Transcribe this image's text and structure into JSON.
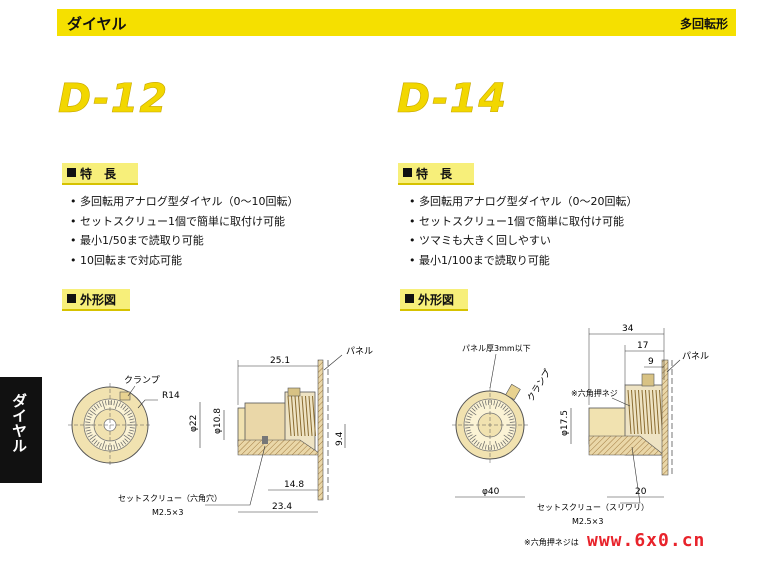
{
  "header": {
    "title": "ダイヤル",
    "category": "多回転形"
  },
  "side_tab": "ダイヤル",
  "left": {
    "model": "D-12",
    "features_title": "特　長",
    "features": [
      "多回転用アナログ型ダイヤル（0～10回転）",
      "セットスクリュー1個で簡単に取付け可能",
      "最小1/50まで読取り可能",
      "10回転まで対応可能"
    ],
    "outline_title": "外形図",
    "drawing": {
      "clamp": "クランプ",
      "radius": "R14",
      "panel": "パネル",
      "d25": "25.1",
      "phi22": "φ22",
      "phi10": "φ10.8",
      "d94": "9.4",
      "d148": "14.8",
      "d234": "23.4",
      "setscrew": "セットスクリュー（六角穴）",
      "screw": "M2.5×3"
    }
  },
  "right": {
    "model": "D-14",
    "features_title": "特　長",
    "features": [
      "多回転用アナログ型ダイヤル（0～20回転）",
      "セットスクリュー1個で簡単に取付け可能",
      "ツマミも大きく回しやすい",
      "最小1/100まで読取り可能"
    ],
    "outline_title": "外形図",
    "drawing": {
      "panel_thick": "パネル厚3mm以下",
      "clamp": "クランプ",
      "hex_screw": "※六角押ネジ",
      "panel": "パネル",
      "d34": "34",
      "d17": "17",
      "d9": "9",
      "phi17": "φ17.5",
      "phi40": "φ40",
      "d20": "20",
      "setscrew": "セットスクリュー（スリワリ）",
      "screw": "M2.5×3",
      "note": "※六角押ネジは"
    }
  },
  "watermark": "www.6x0.cn",
  "colors": {
    "accent": "#f5e000",
    "dial": "#f1e2b0",
    "hatch": "#c8a060"
  }
}
